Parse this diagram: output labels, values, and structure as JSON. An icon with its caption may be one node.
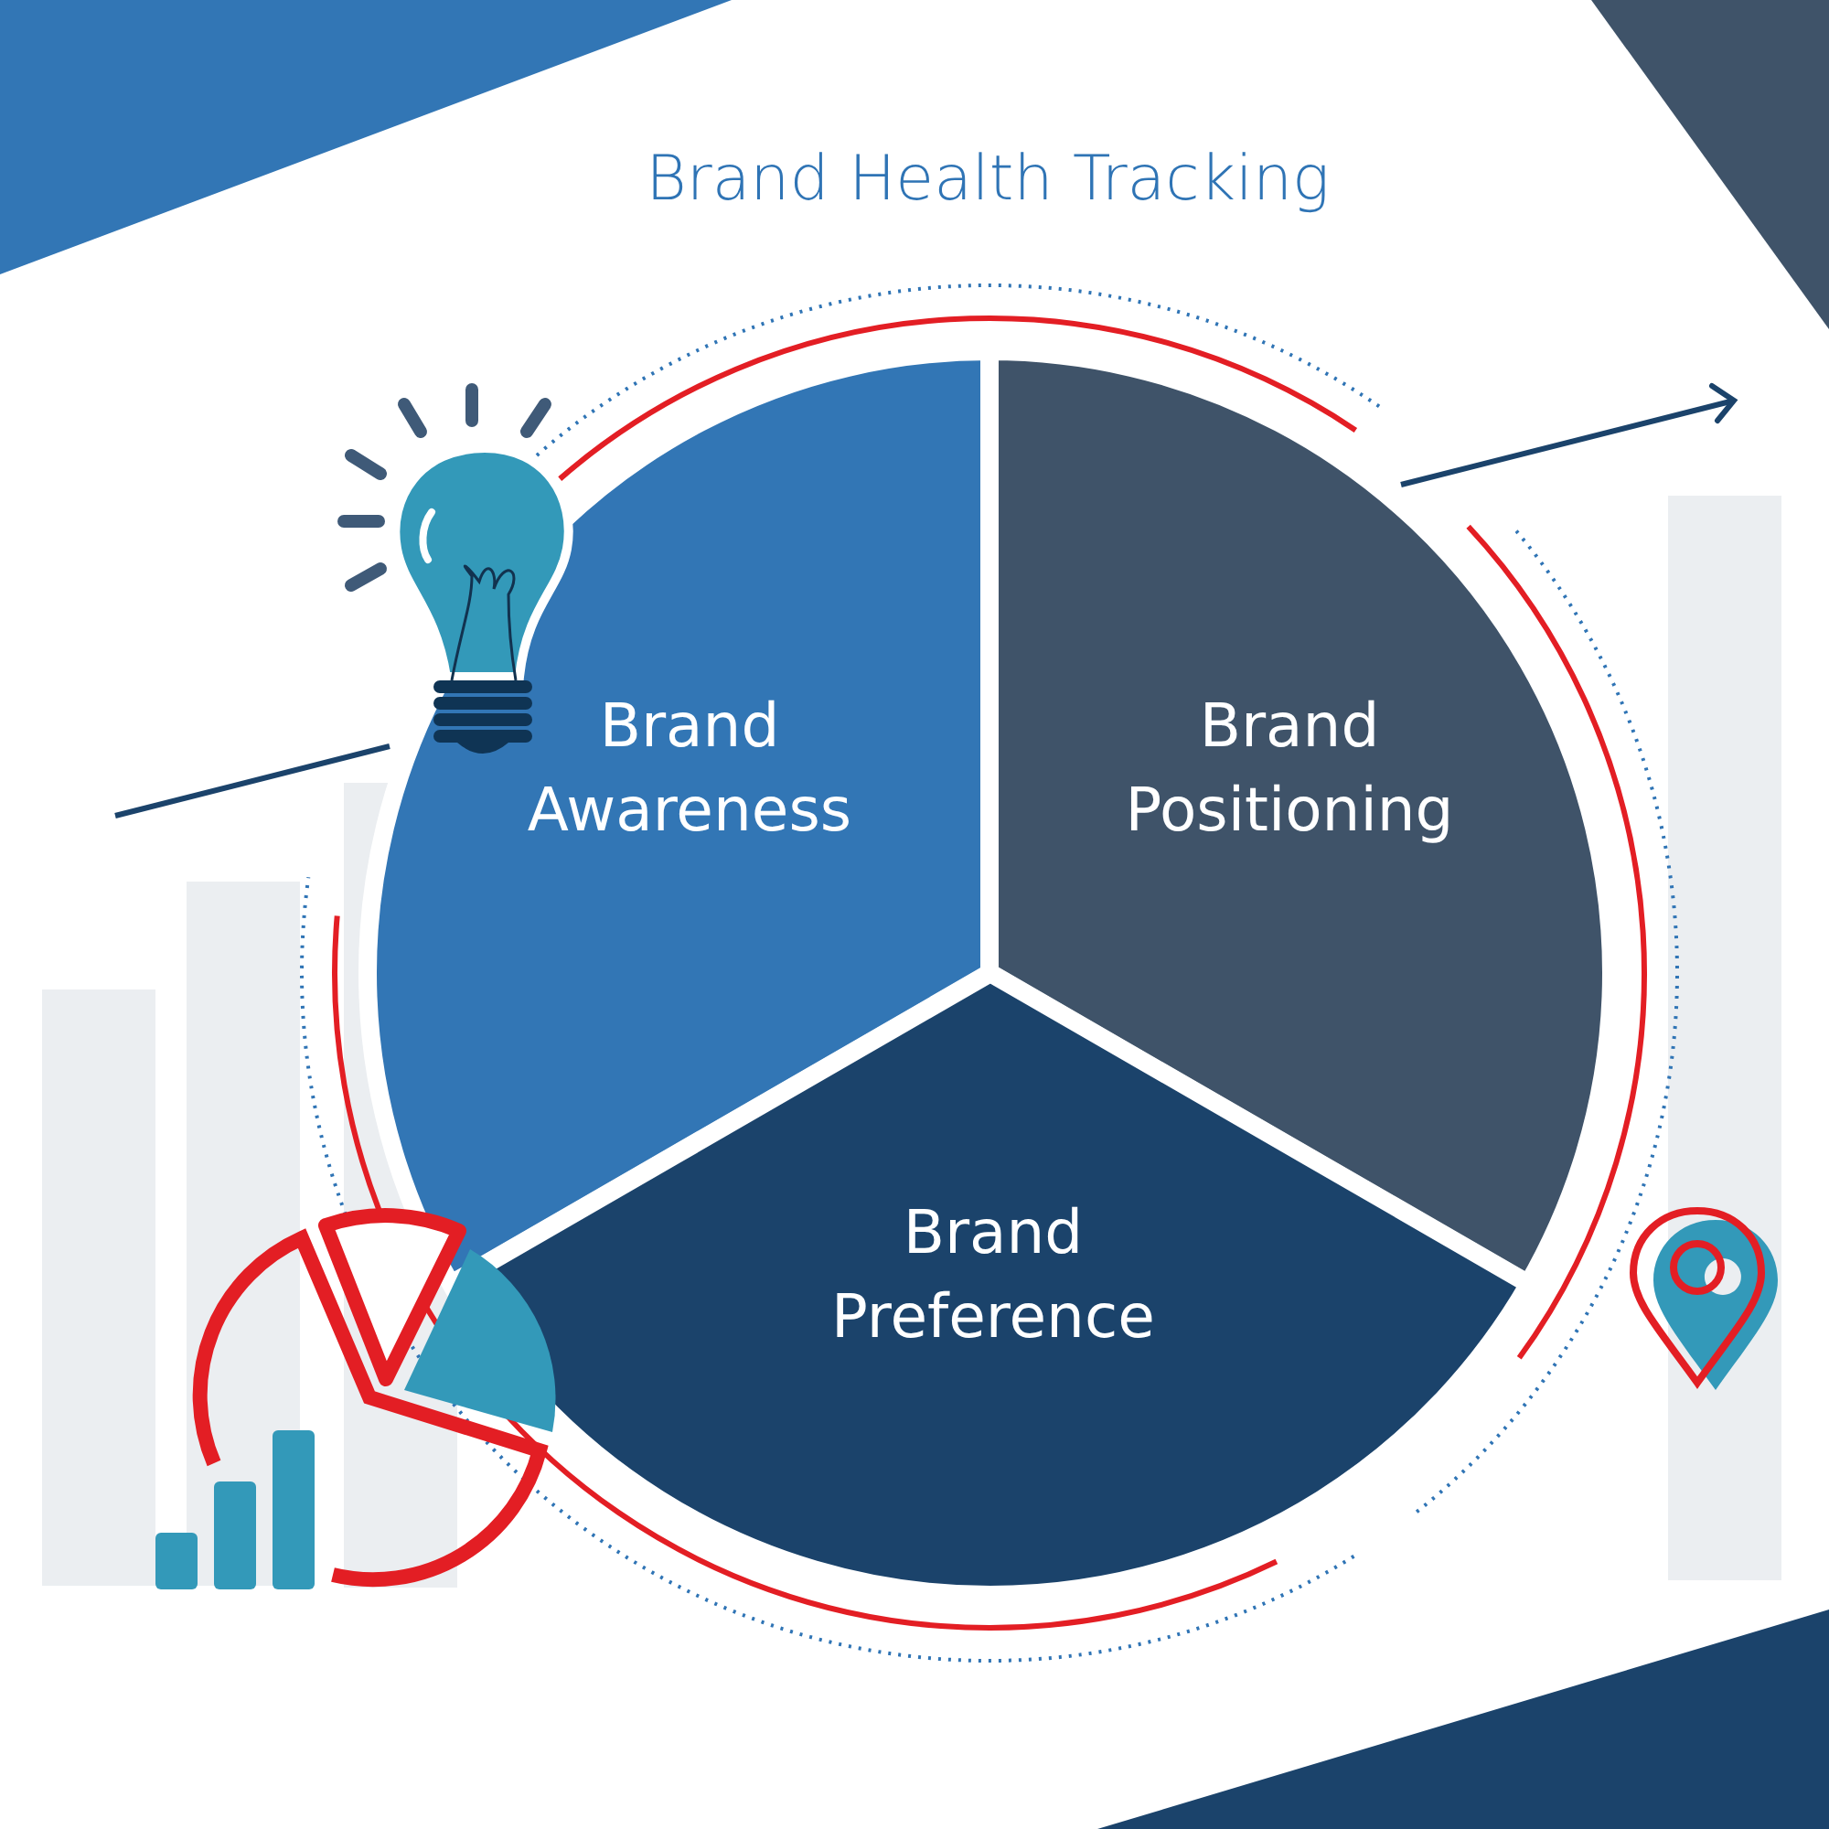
{
  "diagram": {
    "title": "Brand Health Tracking",
    "nodes": [
      {
        "text": [
          "Brand Awareness"
        ]
      },
      {
        "text": [
          "Brand Positioning"
        ]
      },
      {
        "text": [
          "Brand Preference"
        ]
      }
    ]
  }
}
